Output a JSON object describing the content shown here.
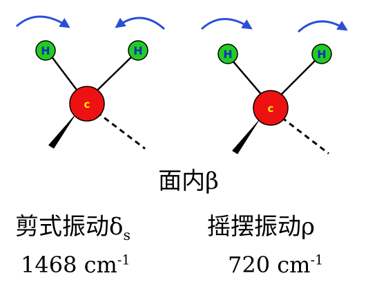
{
  "colors": {
    "arrow": "#2a4fd6",
    "hydrogen_fill": "#22cc22",
    "hydrogen_text": "#1030c0",
    "carbon_fill": "#ee1111",
    "carbon_text": "#ffee00",
    "bond": "#000000"
  },
  "atoms": {
    "hydrogen": "H",
    "carbon": "c"
  },
  "mode_group": {
    "label": "面内β"
  },
  "modes": [
    {
      "name": "剪式振动δ",
      "subscript": "s",
      "frequency": "1468 cm",
      "unit_exponent": "-1"
    },
    {
      "name": "摇摆振动ρ",
      "subscript": "",
      "frequency": "720 cm",
      "unit_exponent": "-1"
    }
  ]
}
